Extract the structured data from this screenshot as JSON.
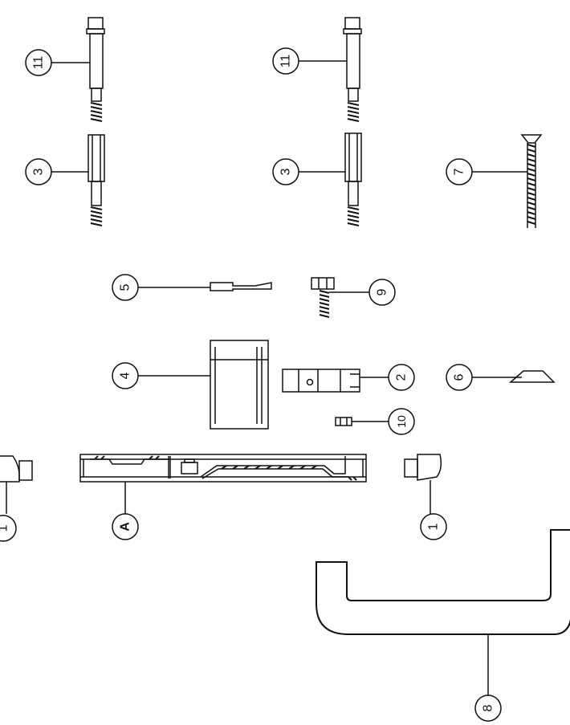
{
  "diagram": {
    "callouts": [
      "11",
      "11",
      "3",
      "3",
      "7",
      "5",
      "9",
      "4",
      "2",
      "6",
      "10",
      "1",
      "A",
      "1",
      "8"
    ]
  }
}
